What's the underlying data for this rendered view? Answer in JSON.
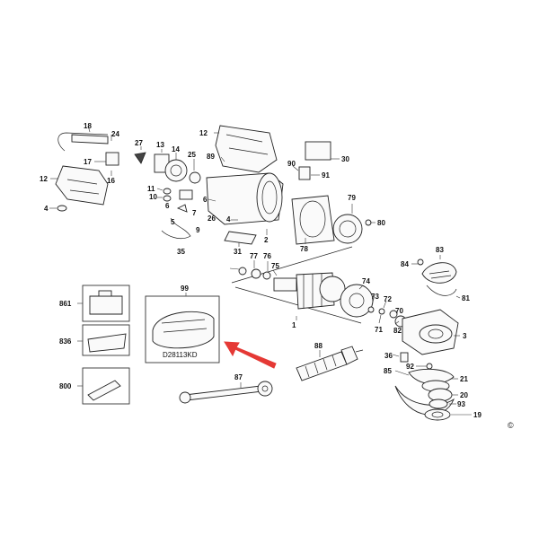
{
  "part_labels": {
    "p18": "18",
    "p24": "24",
    "p17": "17",
    "p16": "16",
    "p12a": "12",
    "p4a": "4",
    "p27": "27",
    "p13": "13",
    "p14": "14",
    "p25": "25",
    "p11": "11",
    "p10": "10",
    "p6a": "6",
    "p5": "5",
    "p7": "7",
    "p9": "9",
    "p35": "35",
    "p12b": "12",
    "p89": "89",
    "p26": "26",
    "p4b": "4",
    "p6b": "6",
    "p2": "2",
    "p31": "31",
    "p30": "30",
    "p90": "90",
    "p91": "91",
    "p79": "79",
    "p80": "80",
    "p78": "78",
    "p77": "77",
    "p76": "76",
    "p75": "75",
    "p74": "74",
    "p73": "73",
    "p72": "72",
    "p70": "70",
    "p71": "71",
    "p82": "82",
    "p1": "1",
    "p83": "83",
    "p84": "84",
    "p81": "81",
    "p3": "3",
    "p88": "88",
    "p36": "36",
    "p92": "92",
    "p85": "85",
    "p21": "21",
    "p20": "20",
    "p93": "93",
    "p19": "19",
    "p87": "87",
    "p99": "99",
    "p861": "861",
    "p836": "836",
    "p800": "800"
  },
  "model_number": "D28113KD",
  "accent_color": "#e53935",
  "copyright_mark": "©",
  "icons": [
    "red-arrow-icon"
  ]
}
